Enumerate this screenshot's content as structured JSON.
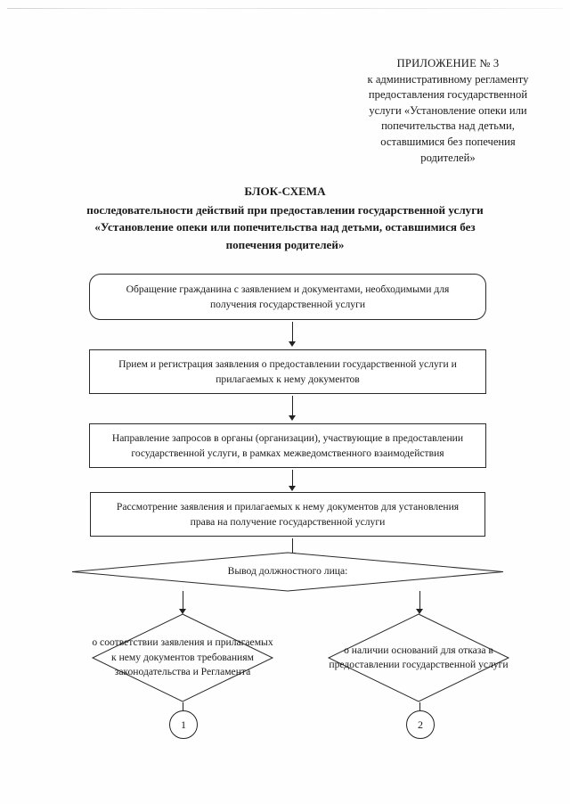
{
  "document": {
    "header": {
      "lines": [
        "ПРИЛОЖЕНИЕ № 3",
        "к административному регламенту",
        "предоставления государственной",
        "услуги «Установление опеки или",
        "попечительства над детьми,",
        "оставшимися без попечения",
        "родителей»"
      ]
    },
    "title": {
      "main": "БЛОК-СХЕМА",
      "lines": [
        "последовательности действий при предоставлении государственной услуги",
        "«Установление опеки или попечительства над детьми, оставшимися без",
        "попечения родителей»"
      ]
    }
  },
  "flowchart": {
    "boxes": [
      {
        "id": "box-application",
        "shape": "rounded-rect",
        "text": "Обращение гражданина с заявлением и документами, необходимыми для получения государственной услуги"
      },
      {
        "id": "box-registration",
        "shape": "rect",
        "text": "Прием и регистрация заявления о предоставлении государственной услуги и прилагаемых к нему документов"
      },
      {
        "id": "box-requests",
        "shape": "rect",
        "text": "Направление запросов в органы (организации), участвующие в предоставлении государственной услуги, в рамках межведомственного взаимодействия"
      },
      {
        "id": "box-review",
        "shape": "rect",
        "text": "Рассмотрение заявления и прилагаемых к нему документов для установления права на получение государственной услуги"
      }
    ],
    "decision": {
      "id": "diamond-conclusion",
      "shape": "diamond",
      "text": "Вывод должностного лица:"
    },
    "branches": [
      {
        "id": "diamond-compliance",
        "shape": "diamond",
        "text": "о соответствии заявления и прилагаемых к нему документов требованиям законодательства и Регламента"
      },
      {
        "id": "diamond-refusal",
        "shape": "diamond",
        "text": "о наличии оснований для отказа в предоставлении государственной услуги"
      }
    ],
    "connectors": [
      {
        "id": "connector-1",
        "label": "1"
      },
      {
        "id": "connector-2",
        "label": "2"
      }
    ]
  },
  "colors": {
    "page_background": "#ffffff",
    "ink": "#1a1a1a",
    "stroke": "#2a2a2a"
  }
}
